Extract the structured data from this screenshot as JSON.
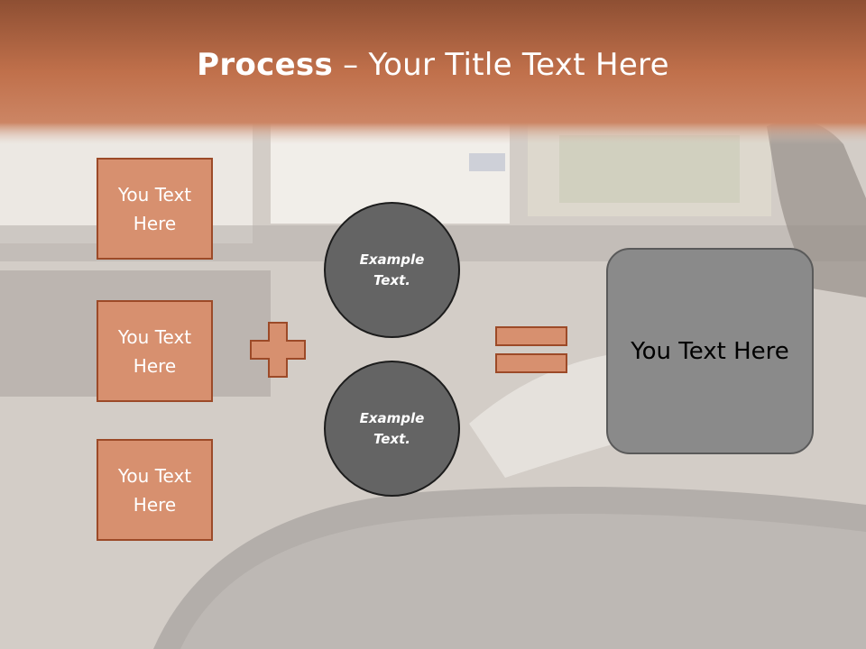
{
  "slide": {
    "title_bold": "Process",
    "title_rest": " – Your Title Text Here",
    "boxes": [
      {
        "text": "You Text Here"
      },
      {
        "text": "You Text Here"
      },
      {
        "text": "You Text Here"
      }
    ],
    "circles": [
      {
        "text": "Example Text."
      },
      {
        "text": "Example Text."
      }
    ],
    "result_text": "You Text Here",
    "operators": {
      "plus": "plus-icon",
      "equals": "equals-icon"
    }
  },
  "colors": {
    "header": "#c5734d",
    "box_fill": "#d7906f",
    "box_border": "#9c4a28",
    "circle_fill": "#646464",
    "result_fill": "#8a8a8a"
  }
}
